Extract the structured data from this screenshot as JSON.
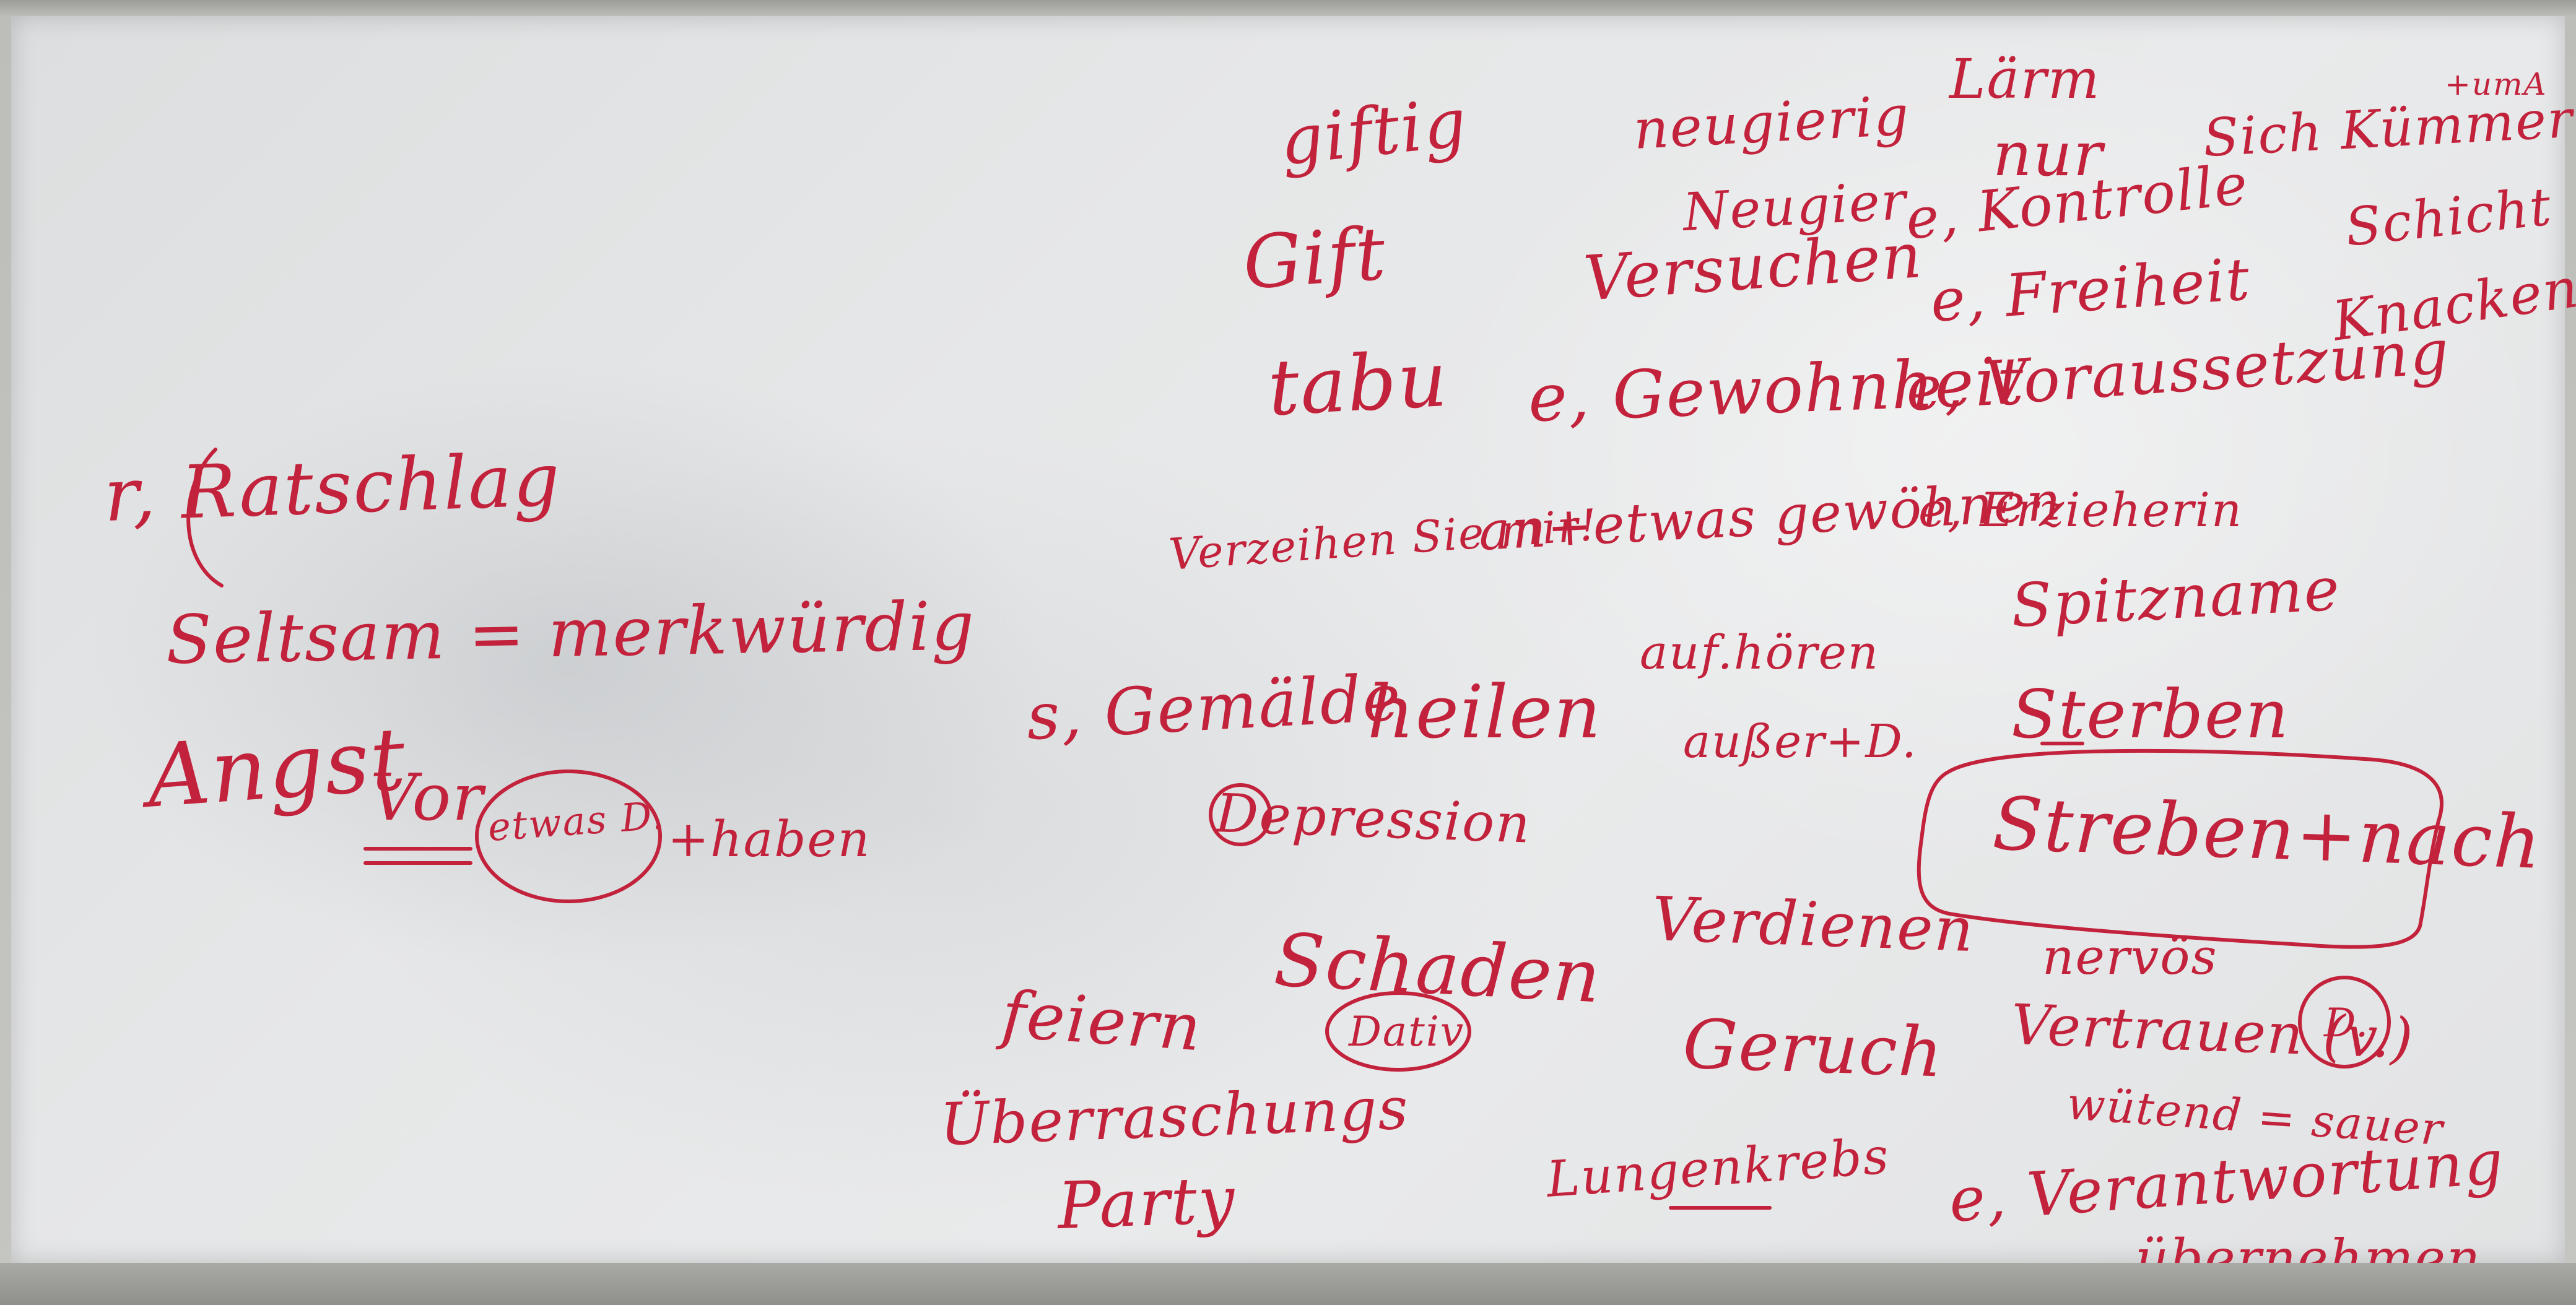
{
  "board": {
    "colors": {
      "ink": "#c2223b",
      "board": "#e6e7e8",
      "frame": "#9c9c98"
    },
    "words": {
      "ratschlag": "r, Ratschlag",
      "seltsam": "Seltsam = merkwürdig",
      "angst_pre": "Angst",
      "angst_vor": "Vor",
      "angst_etwas": "etwas D.",
      "angst_haben": "+haben",
      "giftig": "giftig",
      "gift": "Gift",
      "tabu": "tabu",
      "neugierig": "neugierig",
      "neugier": "Neugier",
      "versuchen": "Versuchen",
      "gewohnheit": "e, Gewohnheit",
      "laerm": "Lärm",
      "nur": "nur",
      "kontrolle": "e, Kontrolle",
      "freiheit": "e, Freiheit",
      "voraussetzung": "e, Voraussetzung",
      "umA": "+umA",
      "kuemmern": "Sich Kümmern",
      "schicht": "Schicht",
      "knacken": "Knacken",
      "verzeihen": "Verzeihen Sie mir!",
      "gewoehnen": "an+etwas gewöhnen",
      "erzieherin": "e, Erzieherin",
      "spitzname": "Spitzname",
      "aufhoeren": "auf.hören",
      "gemaelde": "s, Gemälde",
      "heilen": "heilen",
      "ausser": "außer+D.",
      "sterben": "Sterben",
      "depression": "Depression",
      "streben": "Streben+nach",
      "verdienen": "Verdienen",
      "nervoes": "nervös",
      "feiern": "feiern",
      "schaden": "Schaden",
      "dativ": "Dativ",
      "geruch": "Geruch",
      "vertrauen": "Vertrauen (v.)",
      "vertrauen_d": "D.",
      "wuetend": "wütend = sauer",
      "ueberraschung": "Überraschungs",
      "party": "Party",
      "lungenkrebs": "Lungenkrebs",
      "verantwortung": "e, Verantwortung",
      "uebernehmen": "übernehmen"
    }
  }
}
